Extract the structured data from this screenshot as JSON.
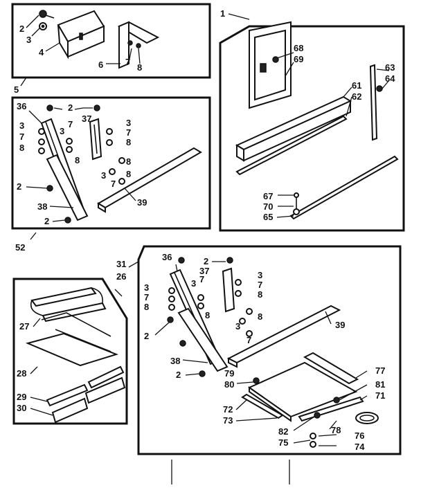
{
  "callouts": {
    "c1": "1",
    "c2": "2",
    "c3": "3",
    "c4": "4",
    "c5": "5",
    "c6": "6",
    "c7": "7",
    "c8": "8",
    "c26": "26",
    "c27": "27",
    "c28": "28",
    "c29": "29",
    "c30": "30",
    "c31": "31",
    "c36": "36",
    "c37": "37",
    "c38": "38",
    "c39": "39",
    "c52": "52",
    "c61": "61",
    "c62": "62",
    "c63": "63",
    "c64": "64",
    "c65": "65",
    "c67": "67",
    "c68": "68",
    "c69": "69",
    "c70": "70",
    "c71": "71",
    "c72": "72",
    "c73": "73",
    "c74": "74",
    "c75": "75",
    "c76": "76",
    "c77": "77",
    "c78": "78",
    "c79": "79",
    "c80": "80",
    "c81": "81",
    "c82": "82"
  }
}
